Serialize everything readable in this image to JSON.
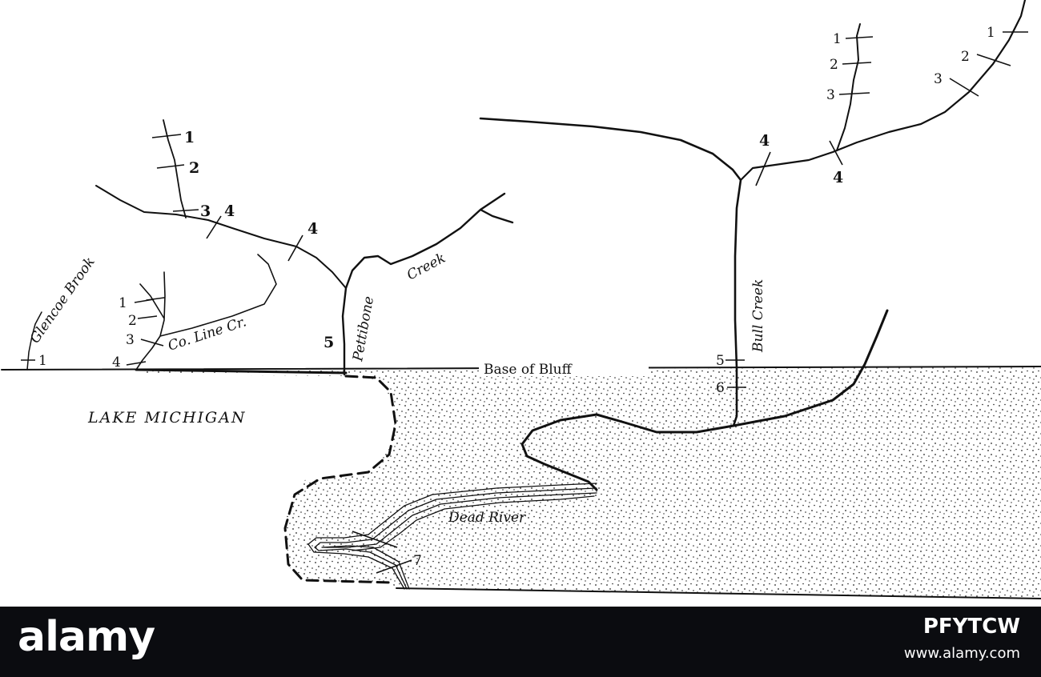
{
  "labels": {
    "lake": "LAKE MICHIGAN",
    "base_of_bluff": "Base of Bluff",
    "glencoe_brook": "Glencoe Brook",
    "co_line_creek": "Co. Line Cr.",
    "pettibone_creek_1": "Pettibone",
    "pettibone_creek_2": "Creek",
    "bull_creek": "Bull Creek",
    "dead_river": "Dead River"
  },
  "stations": {
    "glencoe": [
      "1"
    ],
    "co_line": [
      "1",
      "2",
      "3",
      "4"
    ],
    "pettibone_branch": [
      "1",
      "2",
      "3",
      "4",
      "4",
      "5"
    ],
    "bull_a": [
      "1",
      "2",
      "3"
    ],
    "bull_b": [
      "1",
      "2",
      "3",
      "4",
      "4",
      "5",
      "6"
    ],
    "dead_river": [
      "7"
    ]
  },
  "watermark": {
    "logo": "alamy",
    "image_id": "PFYTCW",
    "url": "www.alamy.com"
  }
}
